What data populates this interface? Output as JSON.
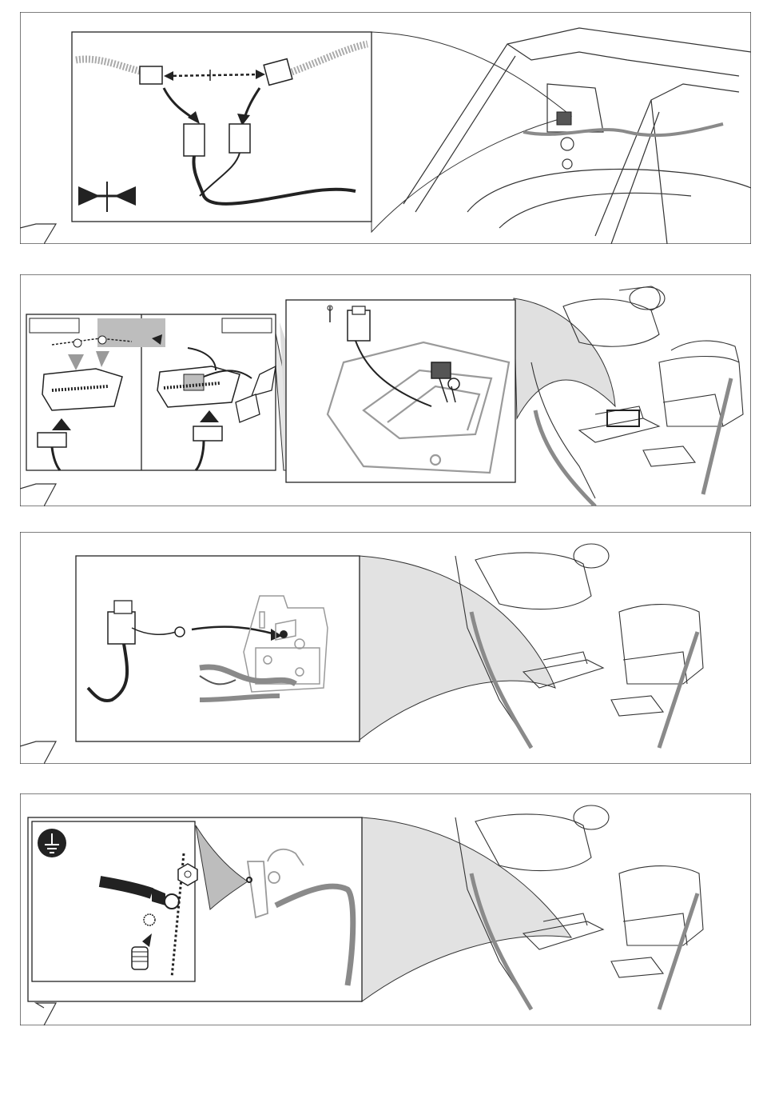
{
  "document": {
    "type": "wiring installation instruction sheet",
    "steps": [
      {
        "id": 1,
        "scene": "rear-chassis-connector",
        "tag": ""
      },
      {
        "id": 2,
        "scene": "under-seat-module",
        "tags": [
          "",
          ""
        ]
      },
      {
        "id": 3,
        "scene": "seat-base-fuse-box",
        "tag": ""
      },
      {
        "id": 4,
        "scene": "ground-connection",
        "tag": ""
      }
    ],
    "icons": {
      "step1_detail": "connector-disconnect-reconnect-icon",
      "step1_symbol": "press-together-icon",
      "step4_symbol": "ground-symbol-icon"
    },
    "colors": {
      "line": "#222222",
      "frame": "#333333",
      "grey_fill": "#bdbdbd",
      "light_grey": "#9a9a9a",
      "wire_grey": "#8a8a8a"
    }
  }
}
